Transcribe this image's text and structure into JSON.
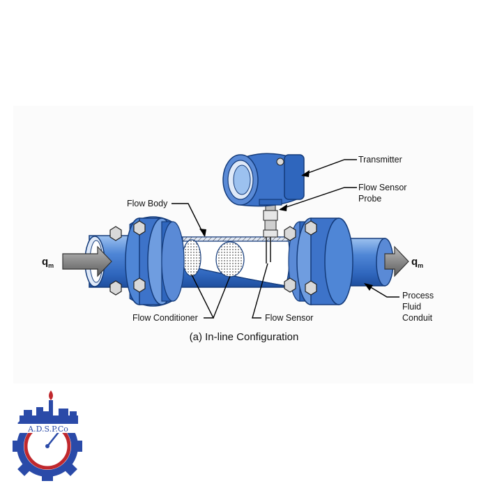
{
  "labels": {
    "transmitter": "Transmitter",
    "flow_sensor_probe_line1": "Flow Sensor",
    "flow_sensor_probe_line2": "Probe",
    "flow_body": "Flow Body",
    "flow_conditioner": "Flow Conditioner",
    "flow_sensor": "Flow Sensor",
    "process_line1": "Process",
    "process_line2": "Fluid",
    "process_line3": "Conduit",
    "q_in_main": "q",
    "q_in_sub": "m",
    "q_out_main": "q",
    "q_out_sub": "m"
  },
  "caption": "(a) In-line Configuration",
  "logo": {
    "text": "A.D.S.P.Co"
  },
  "colors": {
    "pipe_blue": "#3d73c9",
    "pipe_light": "#8fb6ea",
    "pipe_dark": "#1f4f9e",
    "arrow_gray": "#8a8a8a",
    "logo_blue": "#2a4aa8",
    "logo_red": "#c0282d"
  }
}
